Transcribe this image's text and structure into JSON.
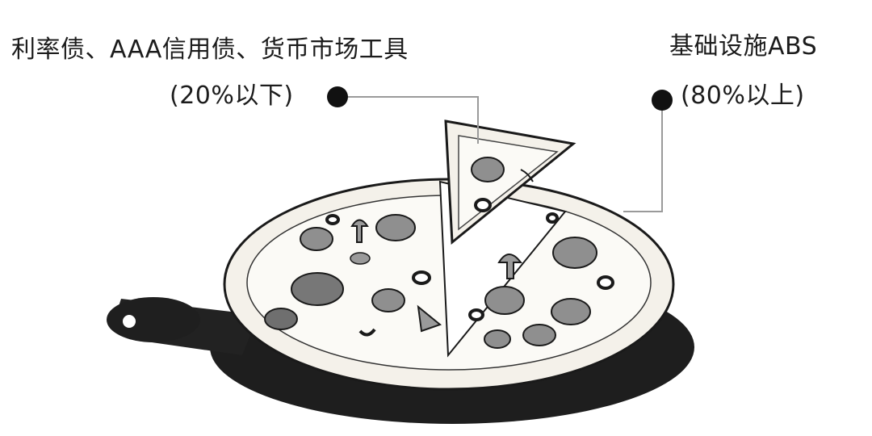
{
  "labels": {
    "left_title": "利率债、AAA信用债、货币市场工具",
    "left_share": "(20%以下)",
    "right_title": "基础设施ABS",
    "right_share": "(80%以上)"
  },
  "illustration": {
    "subject": "pizza-on-board",
    "removed_slice": "slice-left",
    "remaining_pizza": "pizza-right"
  },
  "colors": {
    "ink": "#1a1a1a",
    "leader_line": "#9a9a9a",
    "board": "#1e1e1e",
    "crust": "#f4f1ea",
    "cheese": "#fbfaf6",
    "pepperoni": "#8f8f8f"
  }
}
